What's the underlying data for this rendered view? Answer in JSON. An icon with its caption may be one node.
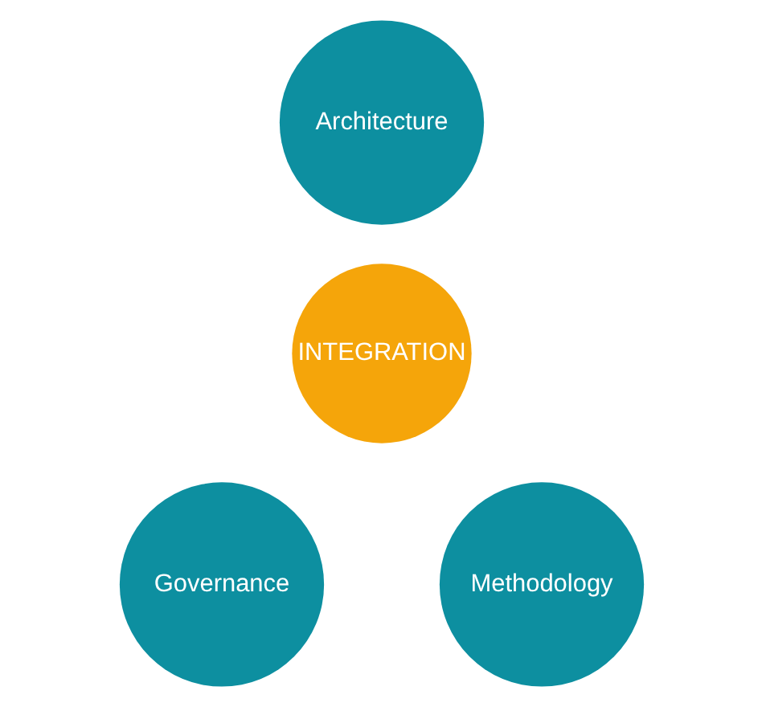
{
  "diagram": {
    "nodes": [
      {
        "text": [
          "Architecture"
        ]
      },
      {
        "text": [
          "INTEGRATION"
        ]
      },
      {
        "text": [
          "Governance"
        ]
      },
      {
        "text": [
          "Methodology"
        ]
      }
    ]
  }
}
